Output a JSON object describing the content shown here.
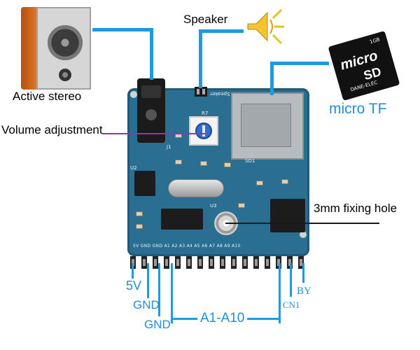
{
  "labels": {
    "active_stereo": "Active stereo",
    "speaker": "Speaker",
    "micro_tf": "micro TF",
    "volume": "Volume adjustment",
    "hole": "3mm fixing hole",
    "v5": "5V",
    "gnd1": "GND",
    "gnd2": "GND",
    "a1a10": "A1-A10",
    "cn1": "CN1",
    "by": "BY"
  },
  "sd_card": {
    "brand": "micro",
    "size": "1GB",
    "maker": "DANE-ELEC"
  },
  "silk": {
    "bottom_row": "5V GND GND A1 A2 A3 A4 A5 A6 A7 A8 A9 A10",
    "j1": "J1",
    "r7": "R7",
    "u2": "U2",
    "u3": "U3",
    "sd1": "SD1",
    "speaker_pins": "Speaker"
  },
  "colors": {
    "wire": "#1e9be0",
    "board": "#2a6f92",
    "blue_text": "#1e8fd8",
    "volume_line": "#9b2fb8"
  }
}
